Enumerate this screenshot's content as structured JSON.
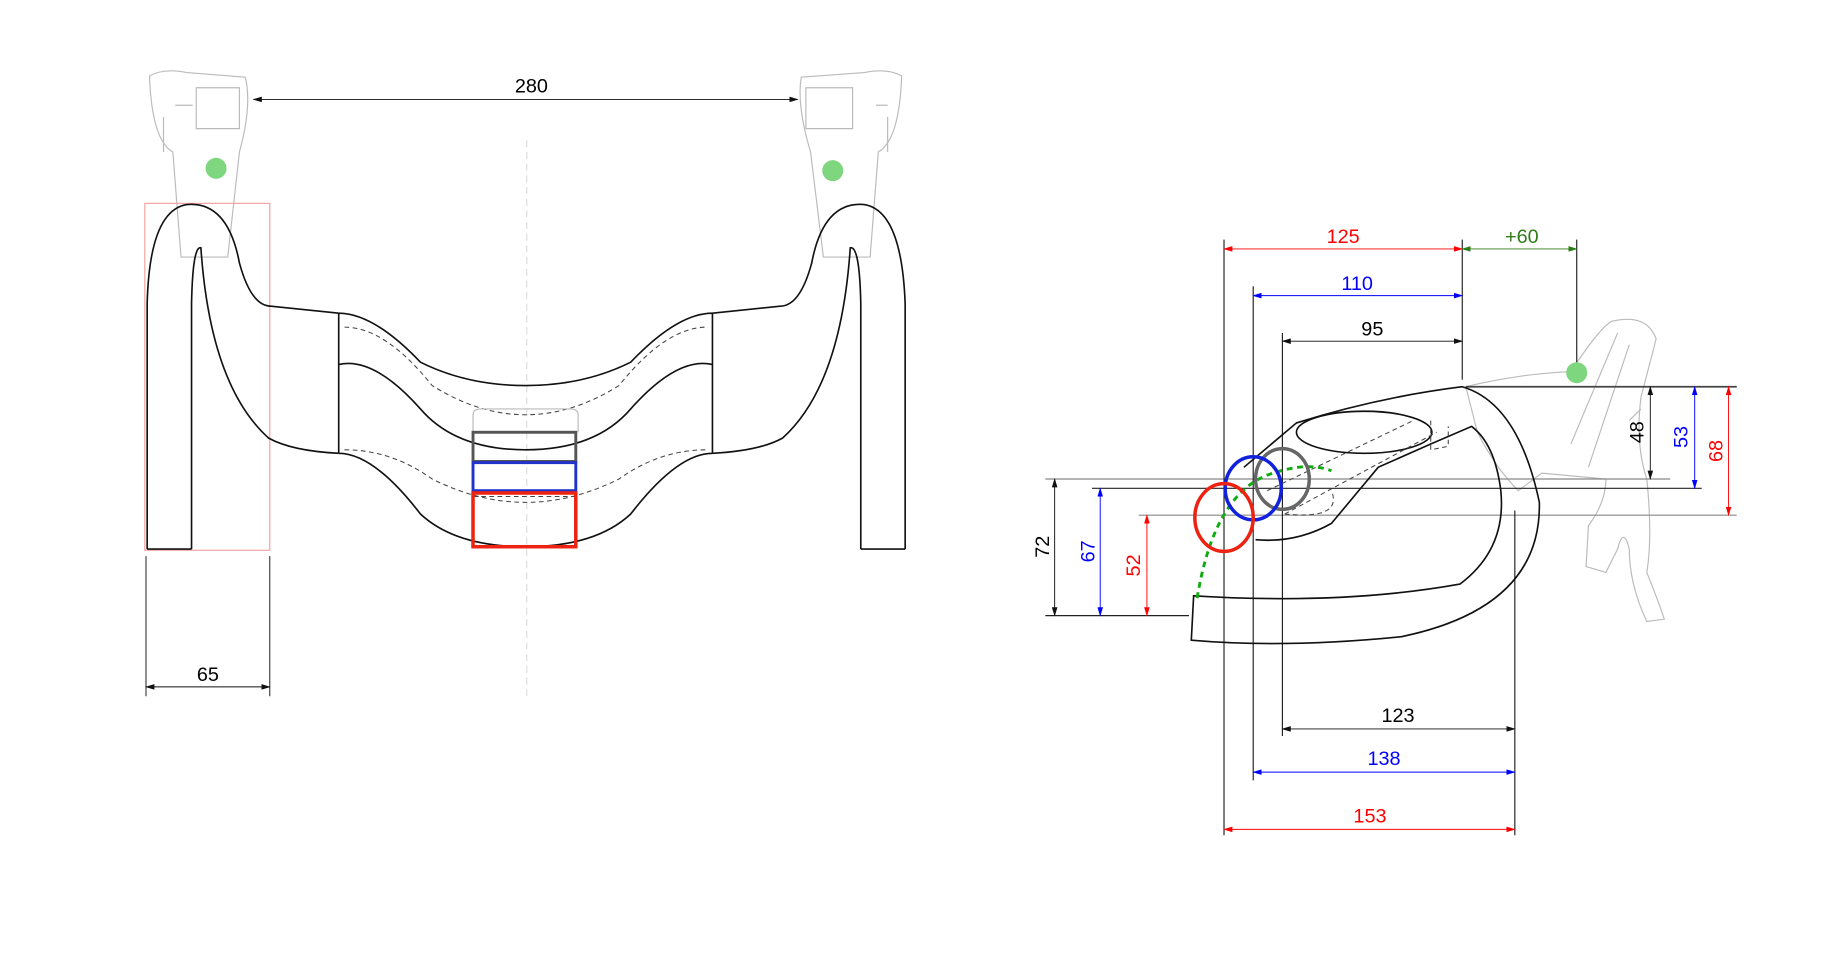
{
  "front_view": {
    "width_label": "280",
    "reach_label": "65"
  },
  "side_view": {
    "reach": [
      {
        "label": "125",
        "color": "#ff0000"
      },
      {
        "label": "110",
        "color": "#0000ff"
      },
      {
        "label": "95",
        "color": "#111111"
      }
    ],
    "hood_offset": {
      "label": "+60",
      "color": "#2e7d1a"
    },
    "drop_reach": [
      {
        "label": "123",
        "color": "#111111"
      },
      {
        "label": "138",
        "color": "#0000ff"
      },
      {
        "label": "153",
        "color": "#ff0000"
      }
    ],
    "drop": [
      {
        "label": "72",
        "color": "#111111"
      },
      {
        "label": "67",
        "color": "#0000ff"
      },
      {
        "label": "52",
        "color": "#ff0000"
      }
    ],
    "hood_height": [
      {
        "label": "48",
        "color": "#111111"
      },
      {
        "label": "53",
        "color": "#0000ff"
      },
      {
        "label": "68",
        "color": "#ff0000"
      }
    ]
  }
}
